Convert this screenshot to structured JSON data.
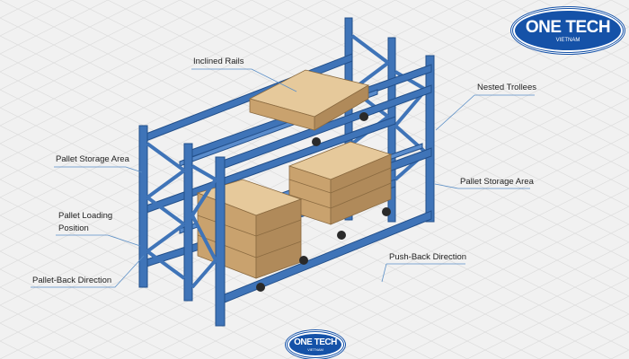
{
  "labels": {
    "inclined_rails": "Inclined Rails",
    "nested_trollees": "Nested Trollees",
    "storage_left": "Pallet Storage Area",
    "storage_right": "Pallet Storage Area",
    "loading_line1": "Pallet Loading",
    "loading_line2": "Position",
    "pallet_back": "Pallet-Back Direction",
    "push_back": "Push-Back Direction"
  },
  "logo": {
    "name": "ONE TECH",
    "sub": "VIETNAM"
  },
  "colors": {
    "steel": "#3f74b8",
    "steel_dark": "#224f8a",
    "pallet": "#d9b98a",
    "pallet_dark": "#b08a5a",
    "leader": "#5b8fc7"
  }
}
